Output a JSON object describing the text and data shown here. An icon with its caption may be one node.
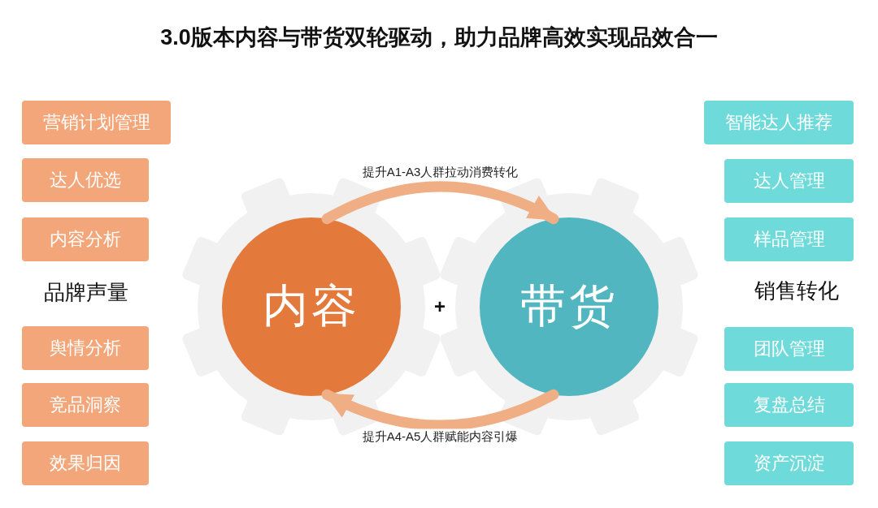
{
  "diagram": {
    "title": "3.0版本内容与带货双轮驱动，助力品牌高效实现品效合一",
    "nodes": [
      {
        "text": [
          "营销计划管理"
        ]
      },
      {
        "text": [
          "达人优选"
        ]
      },
      {
        "text": [
          "内容分析"
        ]
      },
      {
        "text": [
          "舆情分析"
        ]
      },
      {
        "text": [
          "竞品洞察"
        ]
      },
      {
        "text": [
          "效果归因"
        ]
      },
      {
        "text": [
          "智能达人推荐"
        ]
      },
      {
        "text": [
          "达人管理"
        ]
      },
      {
        "text": [
          "样品管理"
        ]
      },
      {
        "text": [
          "团队管理"
        ]
      },
      {
        "text": [
          "复盘总结"
        ]
      },
      {
        "text": [
          "资产沉淀"
        ]
      },
      {
        "text": [
          "内容"
        ]
      },
      {
        "text": [
          "带货"
        ]
      }
    ],
    "edges": [
      {
        "from": 12,
        "to": 13,
        "arrow": "to",
        "label": "提升A1-A3人群拉动消费转化"
      },
      {
        "from": 13,
        "to": 12,
        "arrow": "to",
        "label": "提升A4-A5人群赋能内容引爆"
      }
    ],
    "labels": [
      "品牌声量",
      "+",
      "销售转化"
    ]
  }
}
